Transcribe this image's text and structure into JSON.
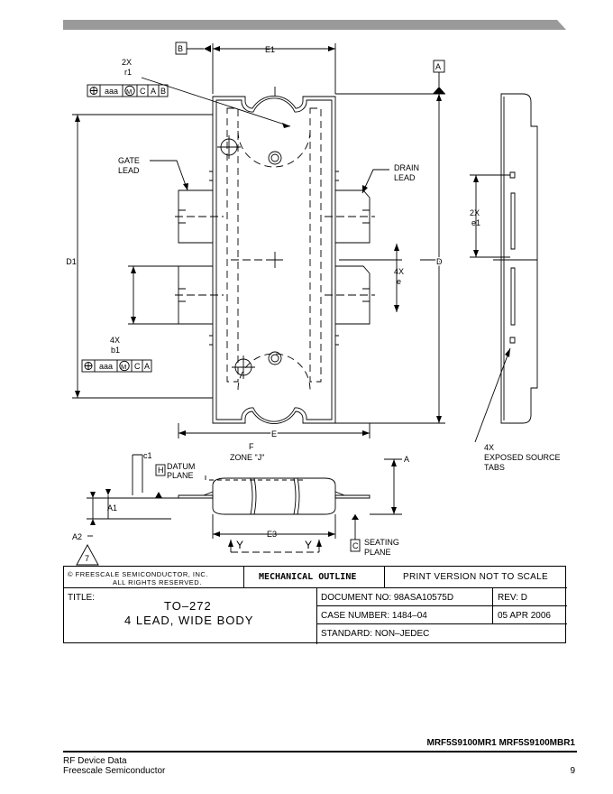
{
  "drawing": {
    "labels": {
      "datum_b": "B",
      "datum_a": "A",
      "datum_h": "H",
      "datum_c": "C",
      "e1": "E1",
      "r1_count": "2X",
      "r1": "r1",
      "gate_lead_1": "GATE",
      "gate_lead_2": "LEAD",
      "drain_lead_1": "DRAIN",
      "drain_lead_2": "LEAD",
      "e1_count": "2X",
      "e1_small": "e1",
      "d1": "D1",
      "d": "D",
      "e_count": "4X",
      "e_small": "e",
      "b1_count": "4X",
      "b1": "b1",
      "e_width": "E",
      "tabs_1": "4X",
      "tabs_2": "EXPOSED SOURCE",
      "tabs_3": "TABS",
      "c1": "c1",
      "f": "F",
      "zone": "ZONE \"J\"",
      "datum_plane_1": "DATUM",
      "datum_plane_2": "PLANE",
      "a_side": "A",
      "a1": "A1",
      "a2": "A2",
      "note": "7",
      "e3": "E3",
      "y_left": "Y",
      "y_right": "Y",
      "seating_1": "SEATING",
      "seating_2": "PLANE"
    },
    "fcf_top": {
      "aaa": "aaa",
      "m": "M",
      "c": "C",
      "a": "A",
      "b": "B"
    },
    "fcf_bottom": {
      "aaa": "aaa",
      "m": "M",
      "c": "C",
      "a": "A"
    }
  },
  "title_block": {
    "copyright": "© FREESCALE SEMICONDUCTOR, INC.",
    "rights": "ALL RIGHTS RESERVED.",
    "mechanical_outline": "MECHANICAL OUTLINE",
    "print_version": "PRINT VERSION NOT TO SCALE",
    "title_label": "TITLE:",
    "title_line1": "TO–272",
    "title_line2": "4 LEAD, WIDE BODY",
    "document_no": "DOCUMENT NO: 98ASA10575D",
    "rev": "REV: D",
    "case_number": "CASE NUMBER: 1484–04",
    "date": "05 APR 2006",
    "standard": "STANDARD: NON–JEDEC"
  },
  "footer": {
    "part_numbers": "MRF5S9100MR1 MRF5S9100MBR1",
    "left_line1": "RF Device Data",
    "left_line2": "Freescale Semiconductor",
    "page_number": "9"
  }
}
